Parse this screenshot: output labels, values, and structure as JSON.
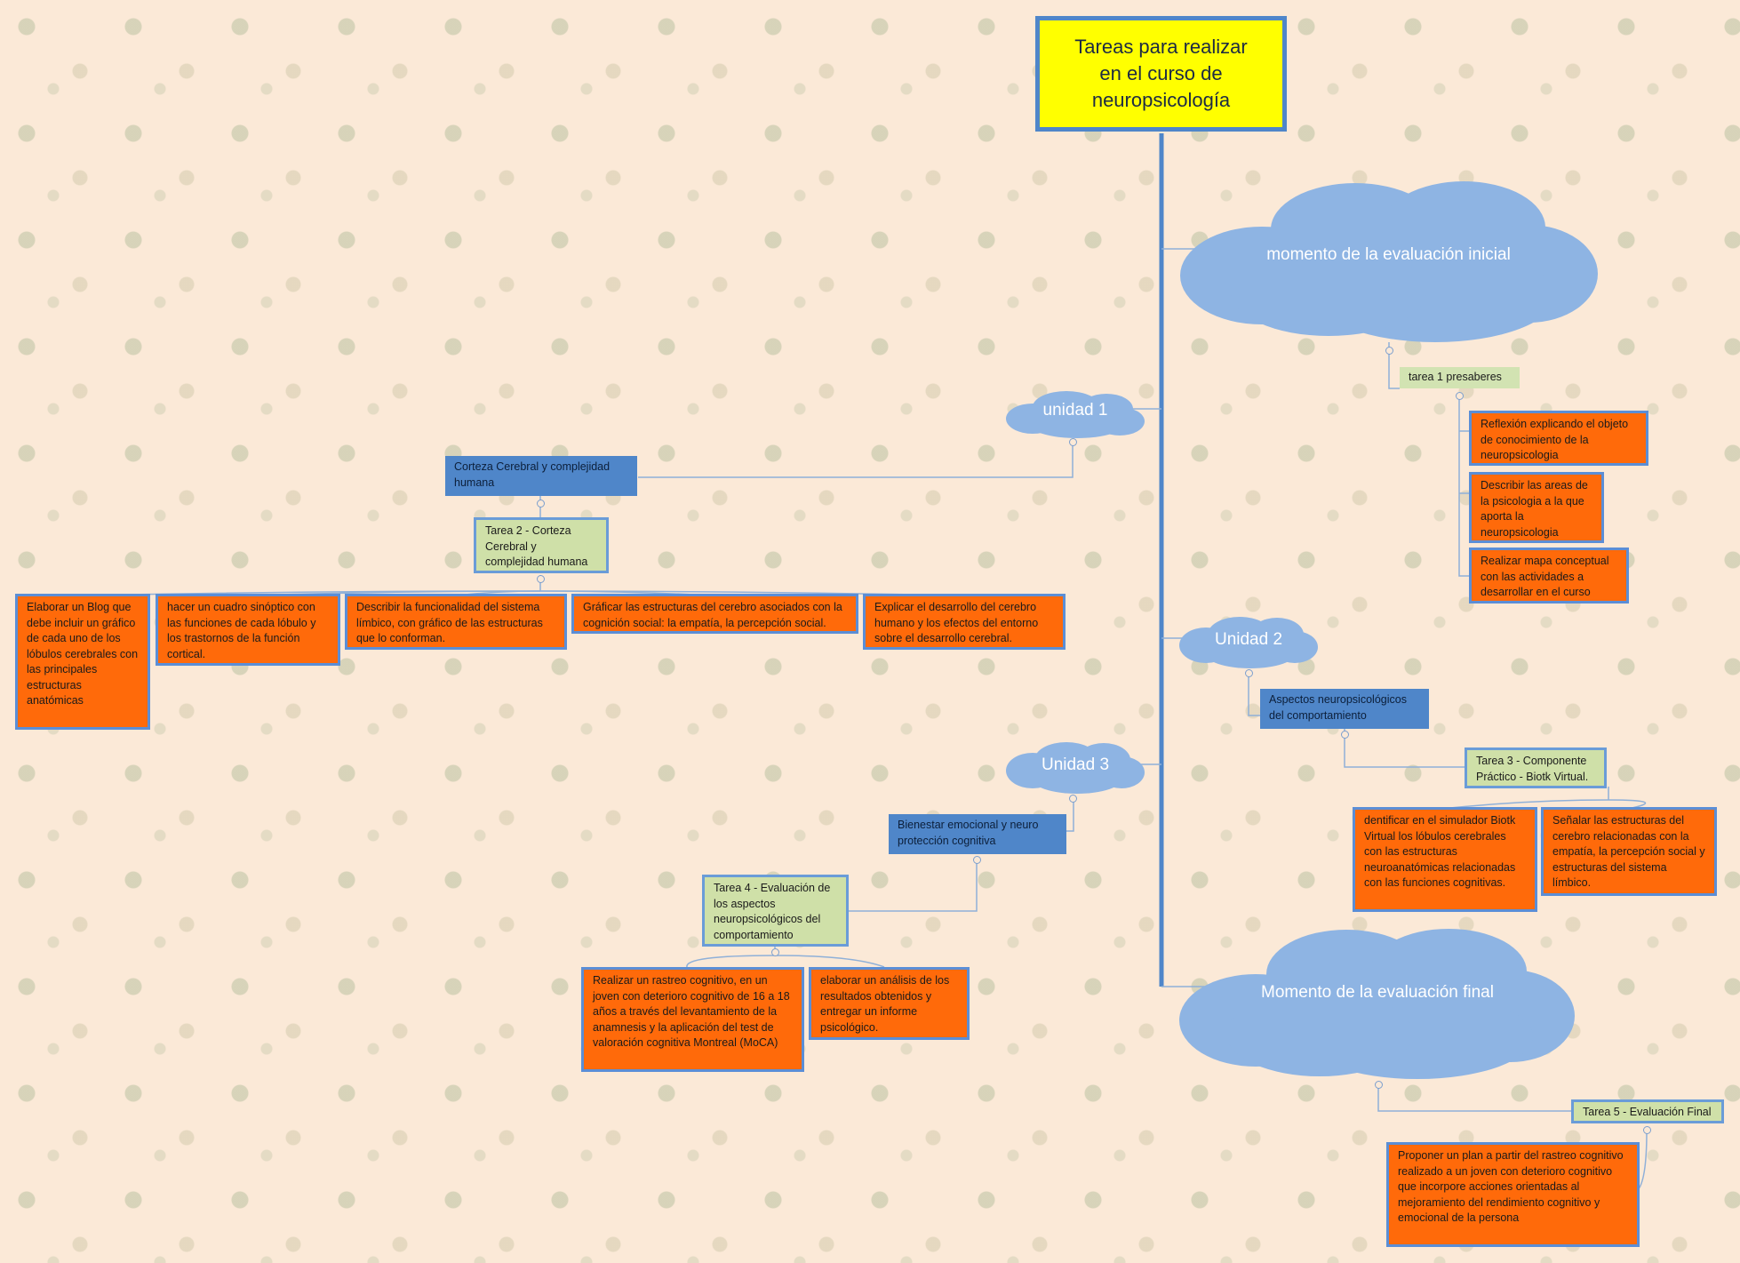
{
  "title": "Tareas para realizar en el curso de neuropsicología",
  "clouds": {
    "inicial": "momento de la evaluación  inicial",
    "unidad1": "unidad 1",
    "unidad2": "Unidad 2",
    "unidad3": "Unidad 3",
    "final": "Momento de la evaluación final"
  },
  "inicial": {
    "tarea": "tarea 1 presaberes",
    "items": [
      "Reflexión explicando el objeto de conocimiento de la neuropsicologia",
      "Describir las areas de la psicologia a la que aporta la neuropsicologia",
      "Realizar mapa conceptual con las actividades a desarrollar en el curso"
    ]
  },
  "unidad1": {
    "tema": "Corteza Cerebral y complejidad humana",
    "tarea": "Tarea 2 - Corteza Cerebral y complejidad humana",
    "items": [
      "Elaborar un Blog que debe incluir un gráfico de cada uno de los lóbulos cerebrales con las principales estructuras anatómicas",
      "hacer un cuadro sinóptico con las funciones de cada lóbulo y los trastornos de la función cortical.",
      "Describir la funcionalidad del sistema límbico, con gráfico de las estructuras que lo conforman.",
      "Gráficar las estructuras del cerebro asociados con la cognición social: la empatía, la percepción social.",
      "Explicar el desarrollo del cerebro humano y los efectos del entorno sobre el desarrollo cerebral."
    ]
  },
  "unidad2": {
    "tema": "Aspectos neuropsicológicos del comportamiento",
    "tarea": "Tarea 3 - Componente Práctico - Biotk Virtual.",
    "items": [
      "dentificar en el simulador Biotk Virtual los lóbulos cerebrales con las estructuras neuroanatómicas relacionadas con las funciones cognitivas.",
      "Señalar las estructuras del cerebro relacionadas con la empatía, la percepción social y estructuras del sistema límbico."
    ]
  },
  "unidad3": {
    "tema": "Bienestar emocional y neuro protección cognitiva",
    "tarea": "Tarea 4 - Evaluación de los aspectos neuropsicológicos del comportamiento",
    "items": [
      "Realizar un rastreo cognitivo, en un joven con deterioro cognitivo de 16 a 18 años a través del levantamiento de la anamnesis y la aplicación del test de valoración cognitiva Montreal (MoCA)",
      "elaborar un análisis de los resultados obtenidos y entregar un informe psicológico."
    ]
  },
  "final": {
    "tarea": "Tarea 5 - Evaluación Final",
    "items": [
      "Proponer un plan a partir del rastreo cognitivo realizado a un joven con deterioro cognitivo que incorpore acciones orientadas al mejoramiento del rendimiento cognitivo y emocional de la persona"
    ]
  }
}
